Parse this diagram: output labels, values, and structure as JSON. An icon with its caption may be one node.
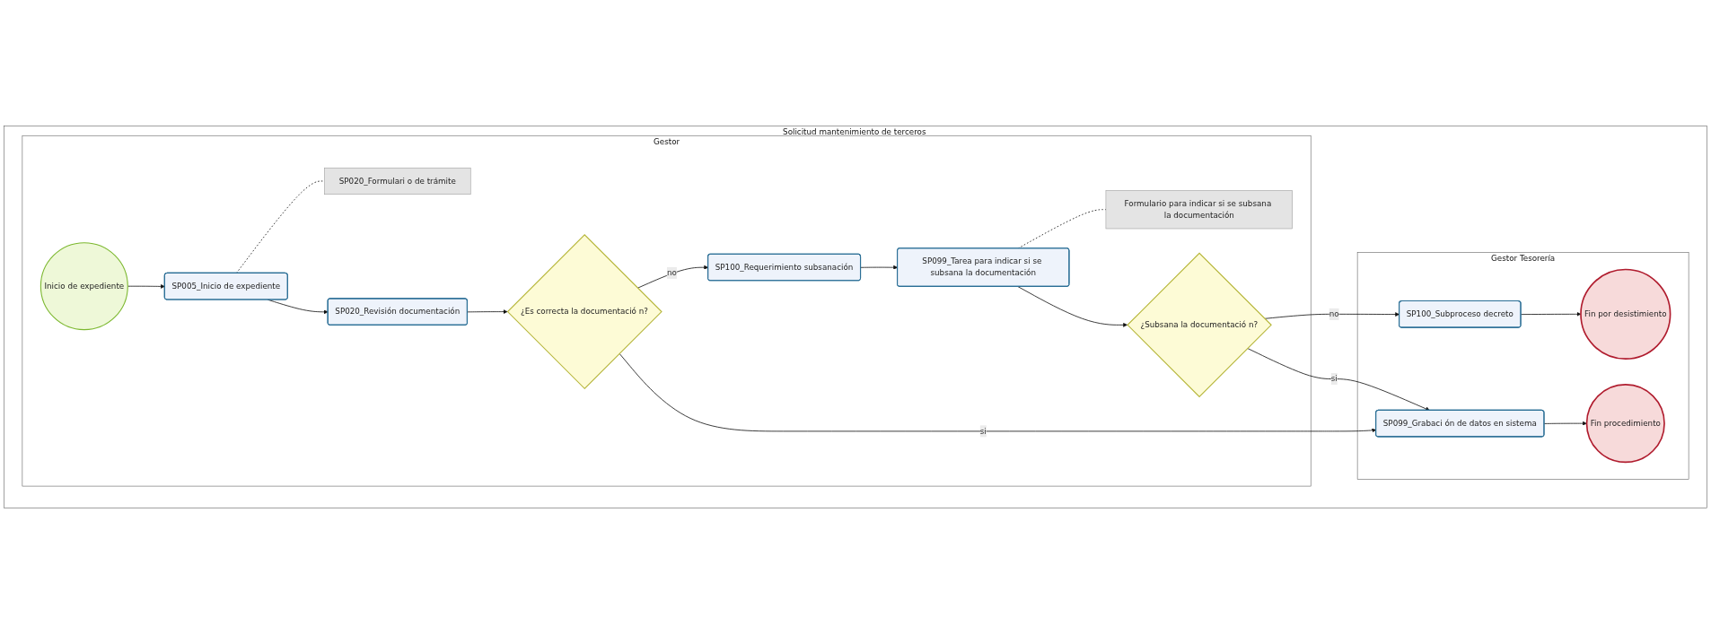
{
  "diagram": {
    "nodes": [
      {
        "text": [
          "Solicitud mantenimiento de terceros"
        ]
      },
      {
        "text": [
          "Gestor"
        ],
        "in": 0
      },
      {
        "text": [
          "Gestor Tesorería"
        ],
        "in": 0
      },
      {
        "text": [
          "Inicio de expediente"
        ],
        "in": 1
      },
      {
        "text": [
          "SP005_Inicio de expediente"
        ],
        "in": 1
      },
      {
        "text": [
          "SP020_Formulari o de trámite"
        ],
        "in": 1
      },
      {
        "text": [
          "SP020_Revisión documentación"
        ],
        "in": 1
      },
      {
        "text": [
          "¿Es correcta la documentació n?"
        ],
        "in": 1
      },
      {
        "text": [
          "SP100_Requerimiento subsanación"
        ],
        "in": 1
      },
      {
        "text": [
          "SP099_Tarea para indicar si se subsana la documentación"
        ],
        "in": 1
      },
      {
        "text": [
          "Formulario para indicar si se subsana la documentación"
        ],
        "in": 1
      },
      {
        "text": [
          "¿Subsana la documentació n?"
        ],
        "in": 1
      },
      {
        "text": [
          "SP100_Subproceso decreto"
        ],
        "in": 2
      },
      {
        "text": [
          "Fin por desistimiento"
        ],
        "in": 2
      },
      {
        "text": [
          "SP099_Grabaci ón de datos en sistema"
        ],
        "in": 2
      },
      {
        "text": [
          "Fin procedimiento"
        ],
        "in": 2
      }
    ],
    "edges": [
      {
        "from": 3,
        "to": 4,
        "arrow": "to"
      },
      {
        "from": 4,
        "to": 5,
        "arrow": "none",
        "style": "dashed"
      },
      {
        "from": 4,
        "to": 6,
        "arrow": "to"
      },
      {
        "from": 6,
        "to": 7,
        "arrow": "to"
      },
      {
        "from": 7,
        "to": 8,
        "arrow": "to",
        "label": "no"
      },
      {
        "from": 8,
        "to": 9,
        "arrow": "to"
      },
      {
        "from": 9,
        "to": 10,
        "arrow": "none",
        "style": "dashed"
      },
      {
        "from": 9,
        "to": 11,
        "arrow": "to"
      },
      {
        "from": 11,
        "to": 14,
        "arrow": "to",
        "label": "si"
      },
      {
        "from": 11,
        "to": 12,
        "arrow": "to",
        "label": "no"
      },
      {
        "from": 12,
        "to": 13,
        "arrow": "to"
      },
      {
        "from": 14,
        "to": 15,
        "arrow": "to"
      },
      {
        "from": 7,
        "to": 14,
        "arrow": "to",
        "label": "si"
      }
    ]
  }
}
